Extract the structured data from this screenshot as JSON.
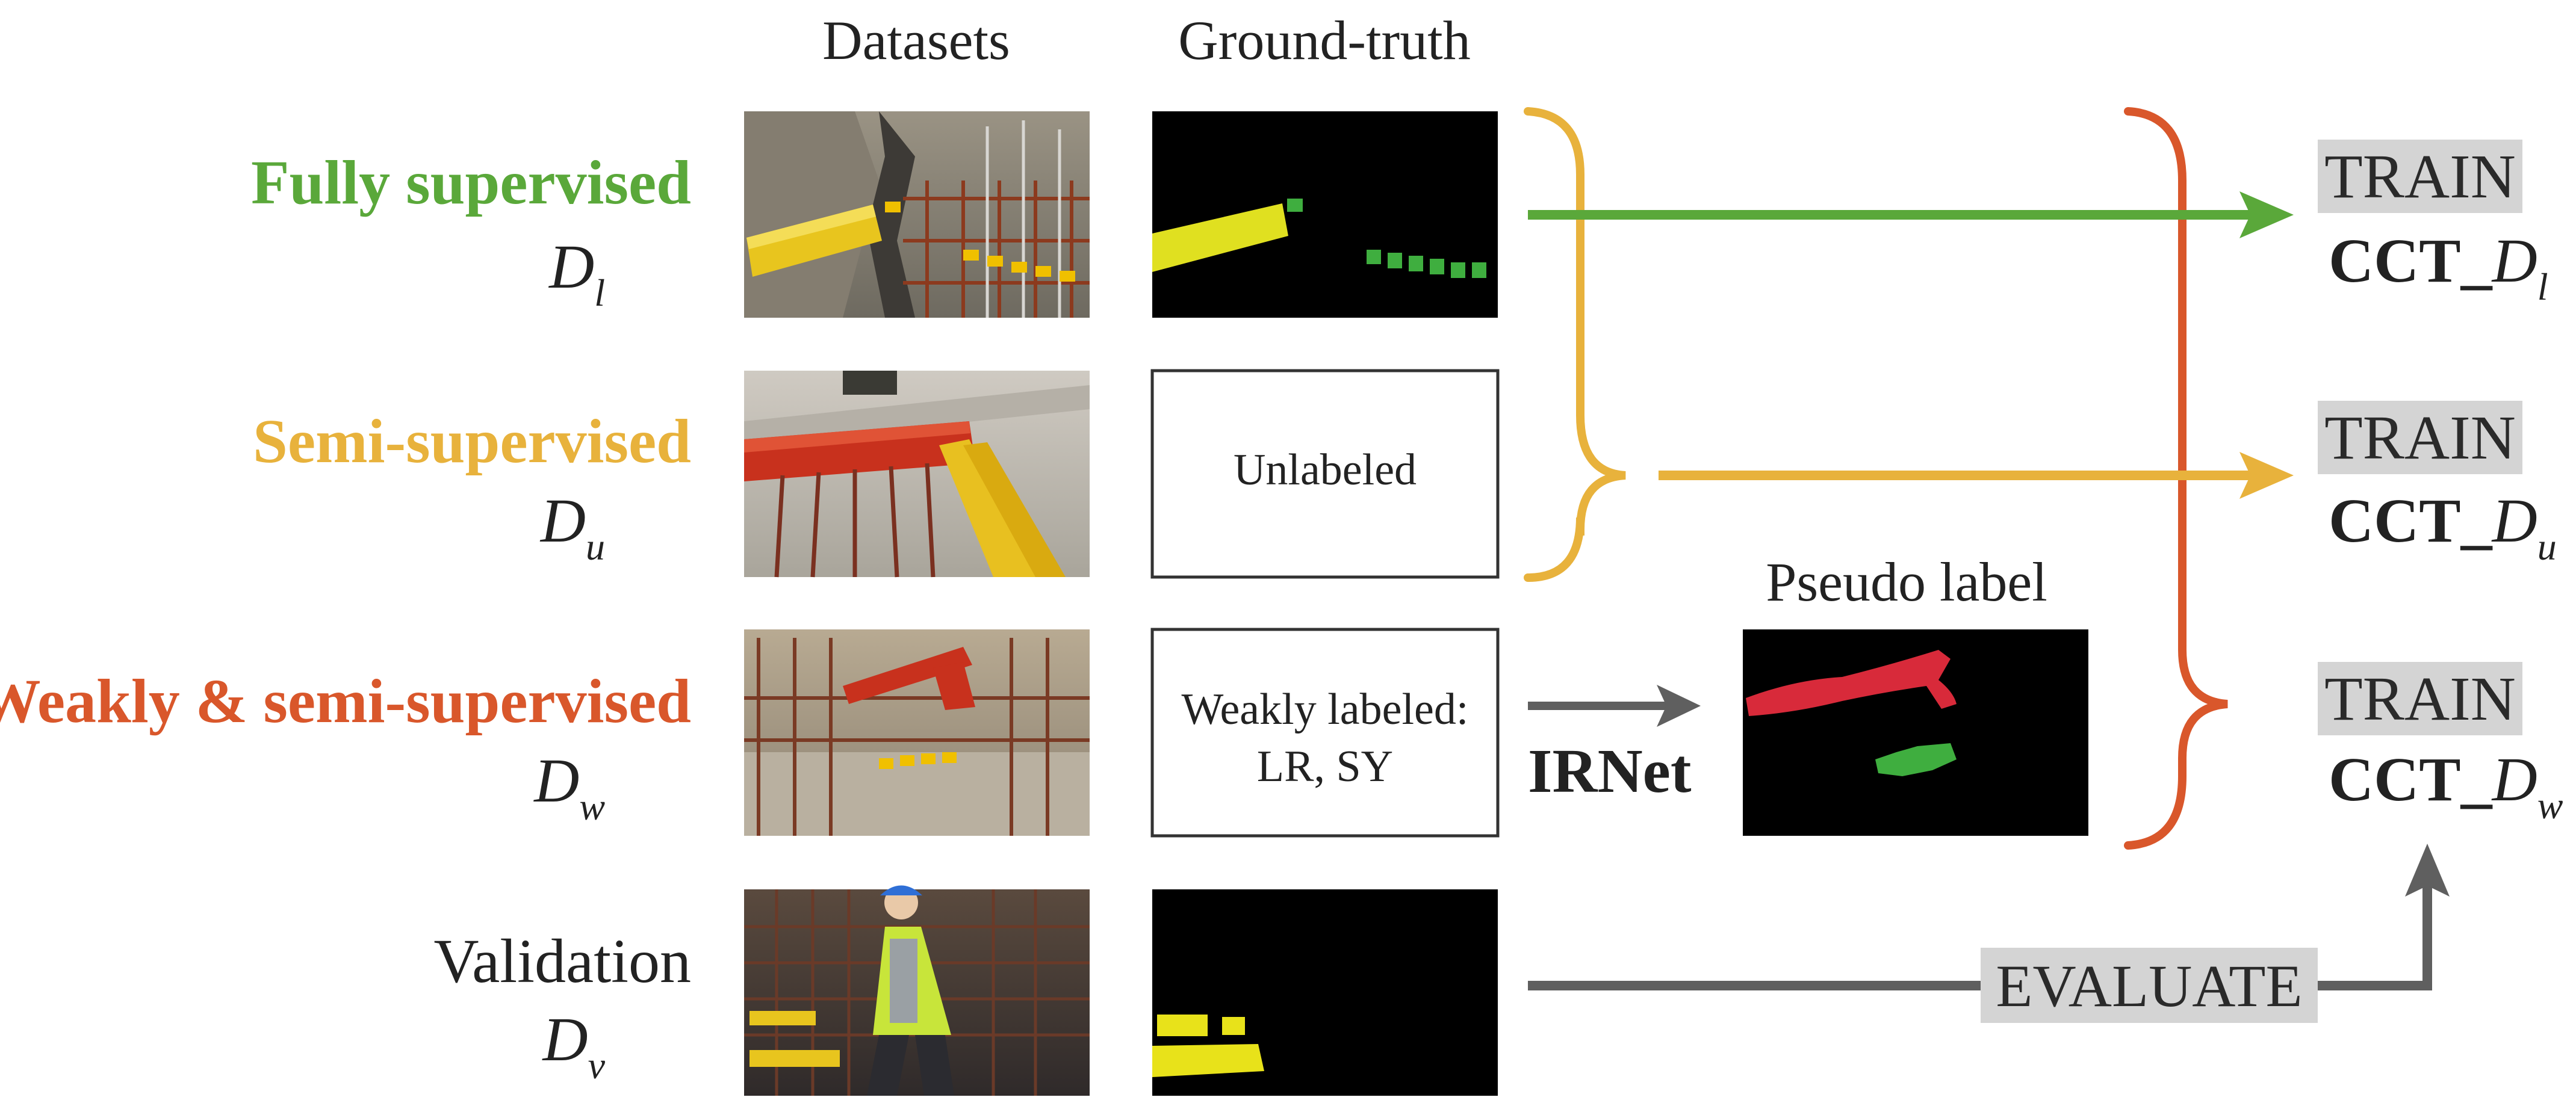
{
  "headers": {
    "datasets": "Datasets",
    "ground_truth": "Ground-truth",
    "pseudo_label": "Pseudo label"
  },
  "rows": {
    "fully": {
      "label": "Fully supervised",
      "symbol": "D",
      "subscript": "l",
      "color": "#5aa83a"
    },
    "semi": {
      "label": "Semi-supervised",
      "symbol": "D",
      "subscript": "u",
      "color": "#e8b23c"
    },
    "weak": {
      "label": "Weakly & semi-supervised",
      "symbol": "D",
      "subscript": "w",
      "color": "#d9572b"
    },
    "valid": {
      "label": "Validation",
      "symbol": "D",
      "subscript": "v",
      "color": "#222222"
    }
  },
  "boxes": {
    "unlabeled": "Unlabeled",
    "weakly_line1": "Weakly labeled:",
    "weakly_line2": "LR, SY"
  },
  "process": {
    "irnet": "IRNet",
    "evaluate": "EVALUATE"
  },
  "outputs": {
    "fully": {
      "train": "TRAIN",
      "model": "CCT_",
      "symbol": "D",
      "subscript": "l"
    },
    "semi": {
      "train": "TRAIN",
      "model": "CCT_",
      "symbol": "D",
      "subscript": "u"
    },
    "weak": {
      "train": "TRAIN",
      "model": "CCT_",
      "symbol": "D",
      "subscript": "w"
    }
  },
  "colors": {
    "green": "#5aa83a",
    "yellow": "#e8b23c",
    "orange": "#d9572b",
    "gray": "#5f5f5f",
    "tag_bg": "#d4d4d4"
  }
}
